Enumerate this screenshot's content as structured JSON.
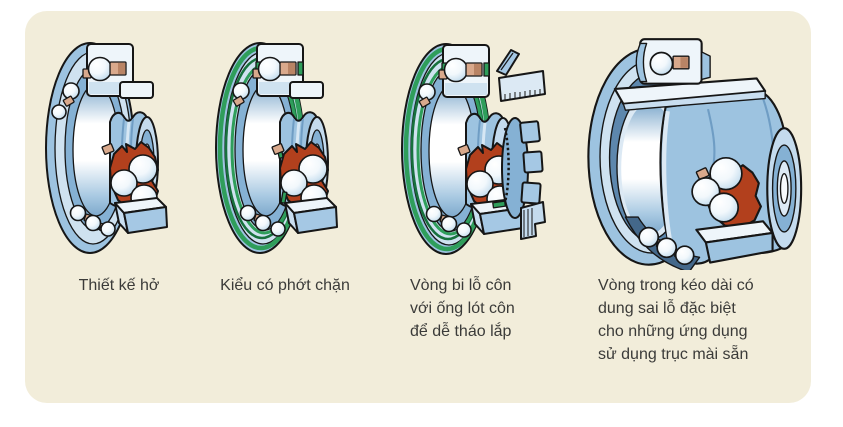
{
  "panel": {
    "background": "#f2edda"
  },
  "figures": [
    {
      "name": "open-design",
      "caption": "Thiết kế hở"
    },
    {
      "name": "sealed-design",
      "caption": "Kiểu có phớt chặn"
    },
    {
      "name": "tapered-bore-adapter-sleeve",
      "caption": "Vòng bi lỗ côn\nvới ống lót côn\nđể dễ tháo lắp"
    },
    {
      "name": "extended-inner-ring",
      "caption": "Vòng trong kéo dài có\ndung sai lỗ đặc biệt\ncho những ứng dụng\nsử dụng trục mài sẵn"
    }
  ],
  "colors": {
    "page_background": "#ffffff",
    "panel_background": "#f2edda",
    "caption_text": "#3b3b39",
    "bearing_blue": "#9dc3e0",
    "bearing_blue_light": "#cfe2f0",
    "bearing_blue_dark": "#5d87ad",
    "seal_green": "#2f9e5b",
    "seal_green_dark": "#17713d",
    "cage_red": "#b2401d",
    "cage_copper": "#d9a98c",
    "outline": "#161616"
  }
}
